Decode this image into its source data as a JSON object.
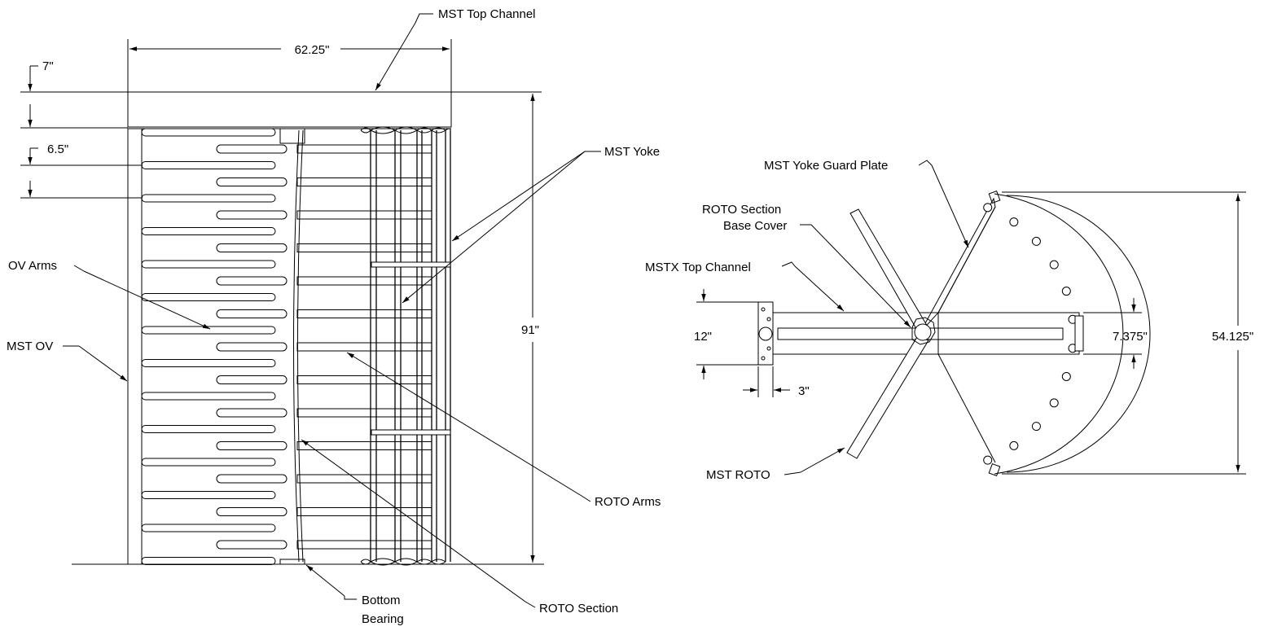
{
  "side_view": {
    "dimensions": {
      "width": "62.25\"",
      "top_channel_height": "7\"",
      "arm_spacing": "6.5\"",
      "total_height": "91\""
    },
    "labels": {
      "top_channel": "MST Top Channel",
      "yoke": "MST Yoke",
      "ov_arms": "OV Arms",
      "ov": "MST OV",
      "roto_arms": "ROTO Arms",
      "roto_section": "ROTO Section",
      "bottom_bearing_line1": "Bottom",
      "bottom_bearing_line2": "Bearing"
    }
  },
  "plan_view": {
    "dimensions": {
      "channel_depth": "12\"",
      "post_width": "3\"",
      "yoke_depth": "7.375\"",
      "overall_width": "54.125\""
    },
    "labels": {
      "yoke_guard_plate": "MST Yoke Guard Plate",
      "base_cover_line1": "ROTO Section",
      "base_cover_line2": "Base Cover",
      "top_channel": "MSTX Top Channel",
      "roto": "MST ROTO"
    }
  }
}
